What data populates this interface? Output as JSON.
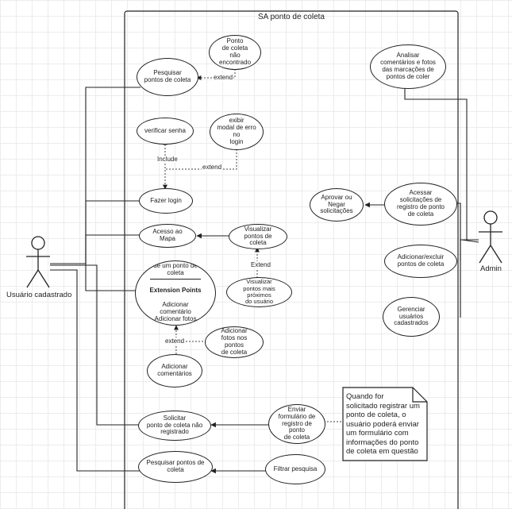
{
  "system": {
    "title": "SA ponto de coleta"
  },
  "actors": {
    "user": "Usuário cadastrado",
    "admin": "Admin"
  },
  "use_cases": {
    "pesquisar_pontos": "Pesquisar\npontos de coleta",
    "ponto_nao_encontrado": "Ponto\nde coleta não\nencontrado",
    "verificar_senha": "verificar senha",
    "exibir_modal": "exibir\nmodal de erro no\nlogin",
    "fazer_login": "Fazer login",
    "acesso_mapa": "Acesso ao\nMapa",
    "visualizar_pontos": "Visualizar\npontos de coleta",
    "acessar_marcacao": "Acessar marcação\nde um ponto de\ncoleta",
    "extension_points_title": "Extension Points",
    "extension_points_items": "Adicionar\ncomentário\nAdicionar fotos",
    "visualizar_proximos": "Visualizar\npontos mais próximos\ndo usuário",
    "adicionar_fotos": "Adicionar\nfotos nos pontos\nde coleta",
    "adicionar_comentarios": "Adicionar\ncomentários",
    "solicitar_ponto": "Solicitar\nponto de coleta não\nregistrado",
    "enviar_formulario": "Enviar\nformulário de\nregistro de ponto\nde coleta",
    "pesquisar_pontos_2": "Pesquisar pontos de\ncoleta",
    "filtrar_pesquisa": "Filtrar pesquisa",
    "analisar_comentarios": "Analisar\ncomentários e fotos\ndas marcações de\npontos de coler",
    "aprovar_negar": "Aprovar ou\nNegar\nsolicitações",
    "acessar_solicitacoes": "Acessar\nsolicitações de\nregistro de ponto\nde coleta",
    "adicionar_excluir": "Adicionar/excluir\npontos de coleta",
    "gerenciar_usuarios": "Gerenciar\nusuários\ncadastrados"
  },
  "relations": {
    "extend": "extend",
    "include": "Include",
    "extend_cap": "Extend"
  },
  "note": "Quando for\nsolicitado registrar um\nponto de coleta, o\nusuário poderá enviar\num formulário com\ninformações do ponto\nde coleta em questão"
}
